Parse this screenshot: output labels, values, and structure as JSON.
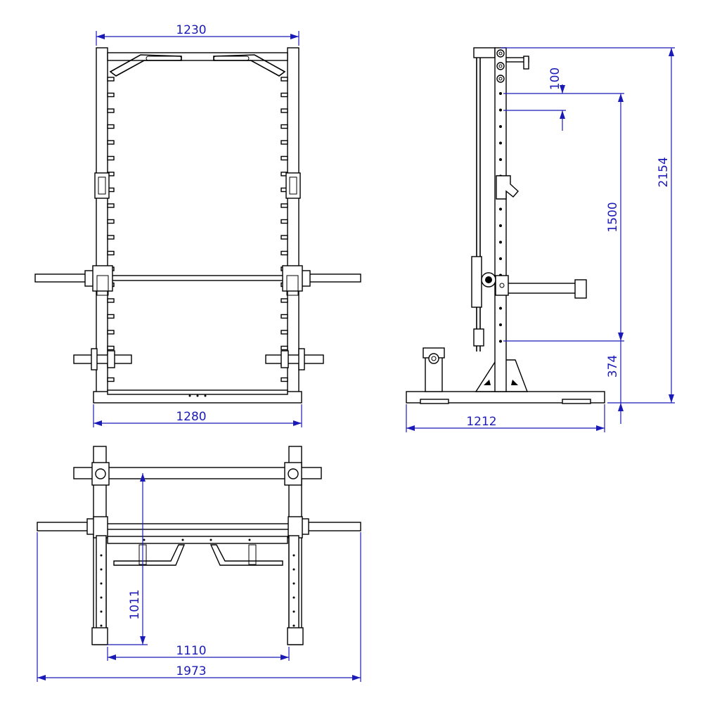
{
  "dimensions": {
    "front_top_width": "1230",
    "front_base_width": "1280",
    "side_depth": "1212",
    "side_total_height": "2154",
    "side_hole_spacing": "100",
    "side_hole_range": "1500",
    "side_lowest_hole": "374",
    "top_depth": "1011",
    "top_inner_width": "1110",
    "top_bar_length": "1973"
  },
  "colors": {
    "dimension": "#1a1ab8",
    "line": "#000000"
  }
}
